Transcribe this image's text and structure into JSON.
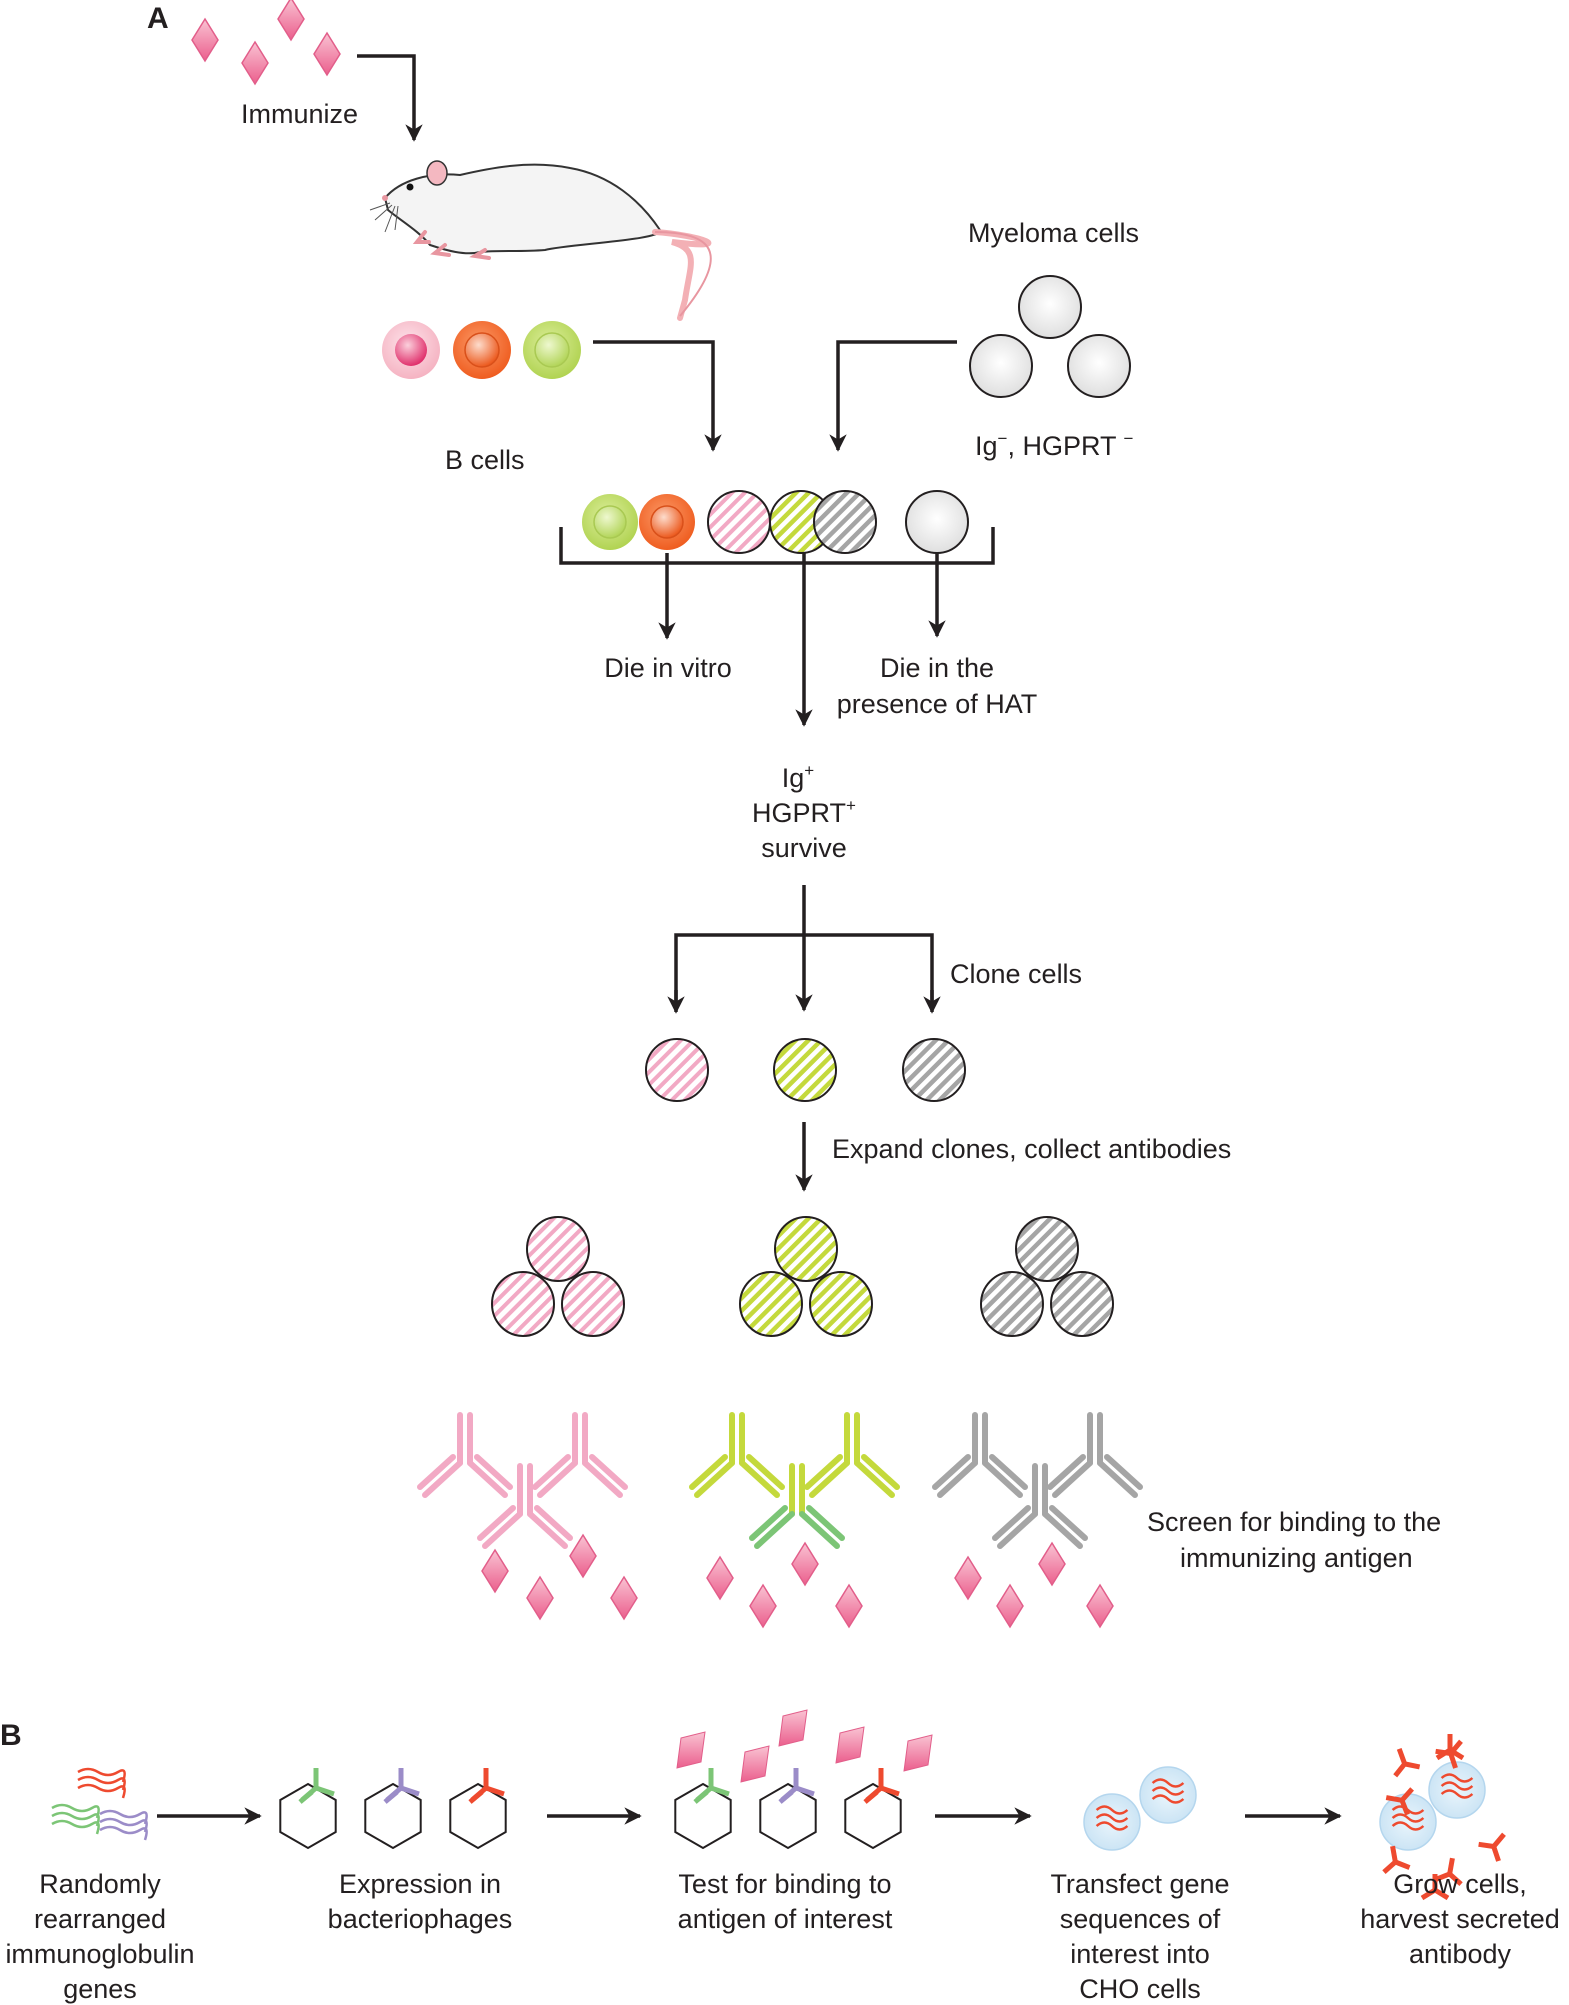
{
  "figure": {
    "panel_a": {
      "label": "A",
      "immunize": "Immunize",
      "b_cells": "B cells",
      "myeloma_cells": "Myeloma cells",
      "myeloma_phenotype": {
        "ig": "Ig",
        "ig_sup": "−",
        "sep": ", HGPRT ",
        "hgprt_sup": "−"
      },
      "die_in_vitro": "Die in vitro",
      "die_hat_line1": "Die in the",
      "die_hat_line2": "presence of HAT",
      "survivors": {
        "ig": "Ig",
        "ig_sup": "+",
        "hgprt": "HGPRT",
        "hgprt_sup": "+",
        "survive": "survive"
      },
      "clone_cells": "Clone cells",
      "expand_clones": "Expand clones, collect antibodies",
      "screen_line1": "Screen for binding to the",
      "screen_line2": "immunizing antigen"
    },
    "panel_b": {
      "label": "B",
      "steps": [
        {
          "lines": [
            "Randomly",
            "rearranged",
            "immunoglobulin",
            "genes"
          ]
        },
        {
          "lines": [
            "Expression in",
            "bacteriophages"
          ]
        },
        {
          "lines": [
            "Test for binding to",
            "antigen of interest"
          ]
        },
        {
          "lines": [
            "Transfect gene",
            "sequences of",
            "interest into",
            "CHO cells"
          ]
        },
        {
          "lines": [
            "Grow cells,",
            "harvest secreted",
            "antibody"
          ]
        }
      ]
    },
    "colors": {
      "antigen": "#f07aa0",
      "b_cell_pink": "#f7b9c6",
      "b_cell_orange": "#f26a2e",
      "b_cell_green": "#b8d85a",
      "myeloma": "#e9e9e9",
      "clone_pink": "#f2a9c4",
      "clone_green": "#c4d93c",
      "clone_gray": "#a5a5a5",
      "phage_green": "#7cc576",
      "phage_purple": "#9b8cc8",
      "phage_red": "#ee4a2f",
      "cho_cell": "#d6ebf7"
    }
  }
}
